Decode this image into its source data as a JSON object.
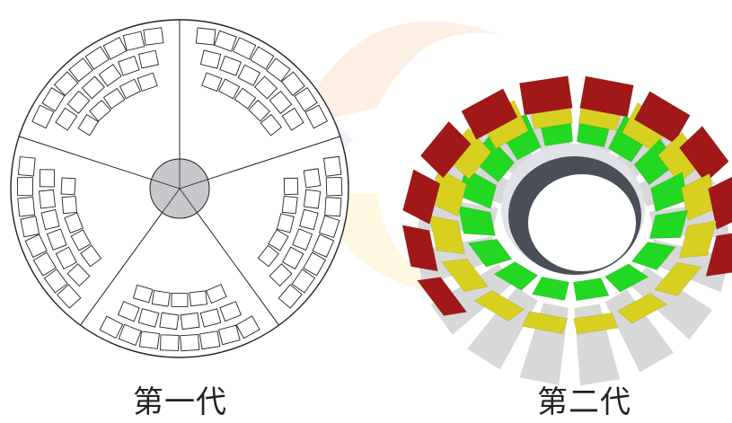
{
  "captions": {
    "left": "第一代",
    "right": "第二代"
  },
  "figures": {
    "first_generation": {
      "style": "line drawing",
      "sectors": 5,
      "rows_per_sector": 3,
      "colors": {
        "stroke": "#222222",
        "panel_fill": "#ffffff",
        "hub_fill": "#c8c8cc"
      }
    },
    "second_generation": {
      "style": "3d render",
      "segments": 16,
      "band_colors": [
        "#22d822",
        "#d8d020",
        "#a01818"
      ],
      "colors": {
        "inner_ring": "#4a4f57",
        "base_plate": "#d8d8d8"
      }
    }
  },
  "watermark": {
    "colors": [
      "#fbe3cf",
      "#fff3c8",
      "#e4ecf4",
      "#d8d8d8"
    ]
  }
}
